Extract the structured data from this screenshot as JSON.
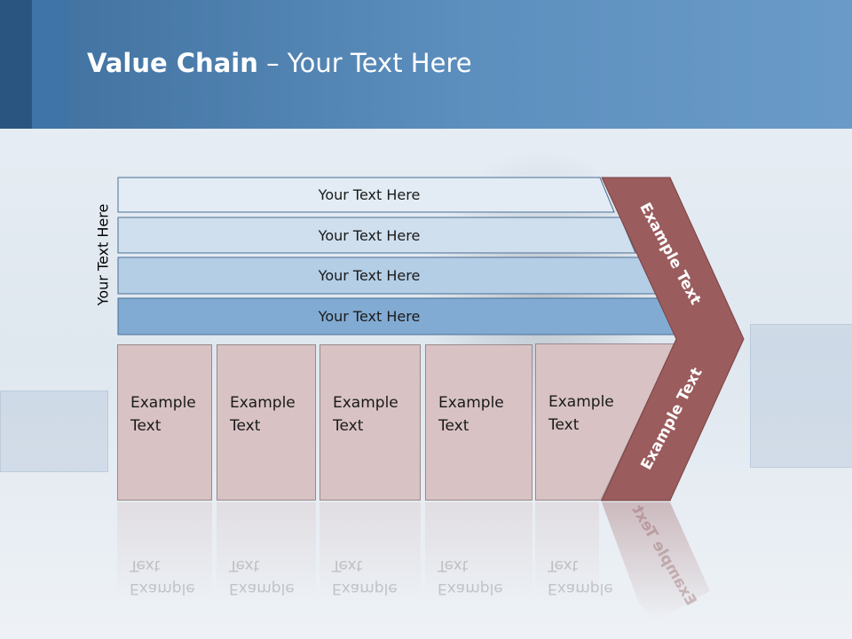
{
  "title": {
    "bold": "Value Chain",
    "rest": " – Your Text Here"
  },
  "side_label": "Your Text Here",
  "rows": [
    {
      "label": "Your Text Here",
      "fill": "#e3ecf5"
    },
    {
      "label": "Your Text Here",
      "fill": "#cfdfee"
    },
    {
      "label": "Your Text Here",
      "fill": "#b4cee6"
    },
    {
      "label": "Your Text Here",
      "fill": "#82abd3"
    }
  ],
  "boxes": [
    {
      "line1": "Example",
      "line2": "Text"
    },
    {
      "line1": "Example",
      "line2": "Text"
    },
    {
      "line1": "Example",
      "line2": "Text"
    },
    {
      "line1": "Example",
      "line2": "Text"
    },
    {
      "line1": "Example",
      "line2": "Text"
    }
  ],
  "chevron": {
    "upper": "Example Text",
    "lower": "Example Text",
    "color": "#9b5c5d"
  },
  "reflection_text": "Example Text"
}
